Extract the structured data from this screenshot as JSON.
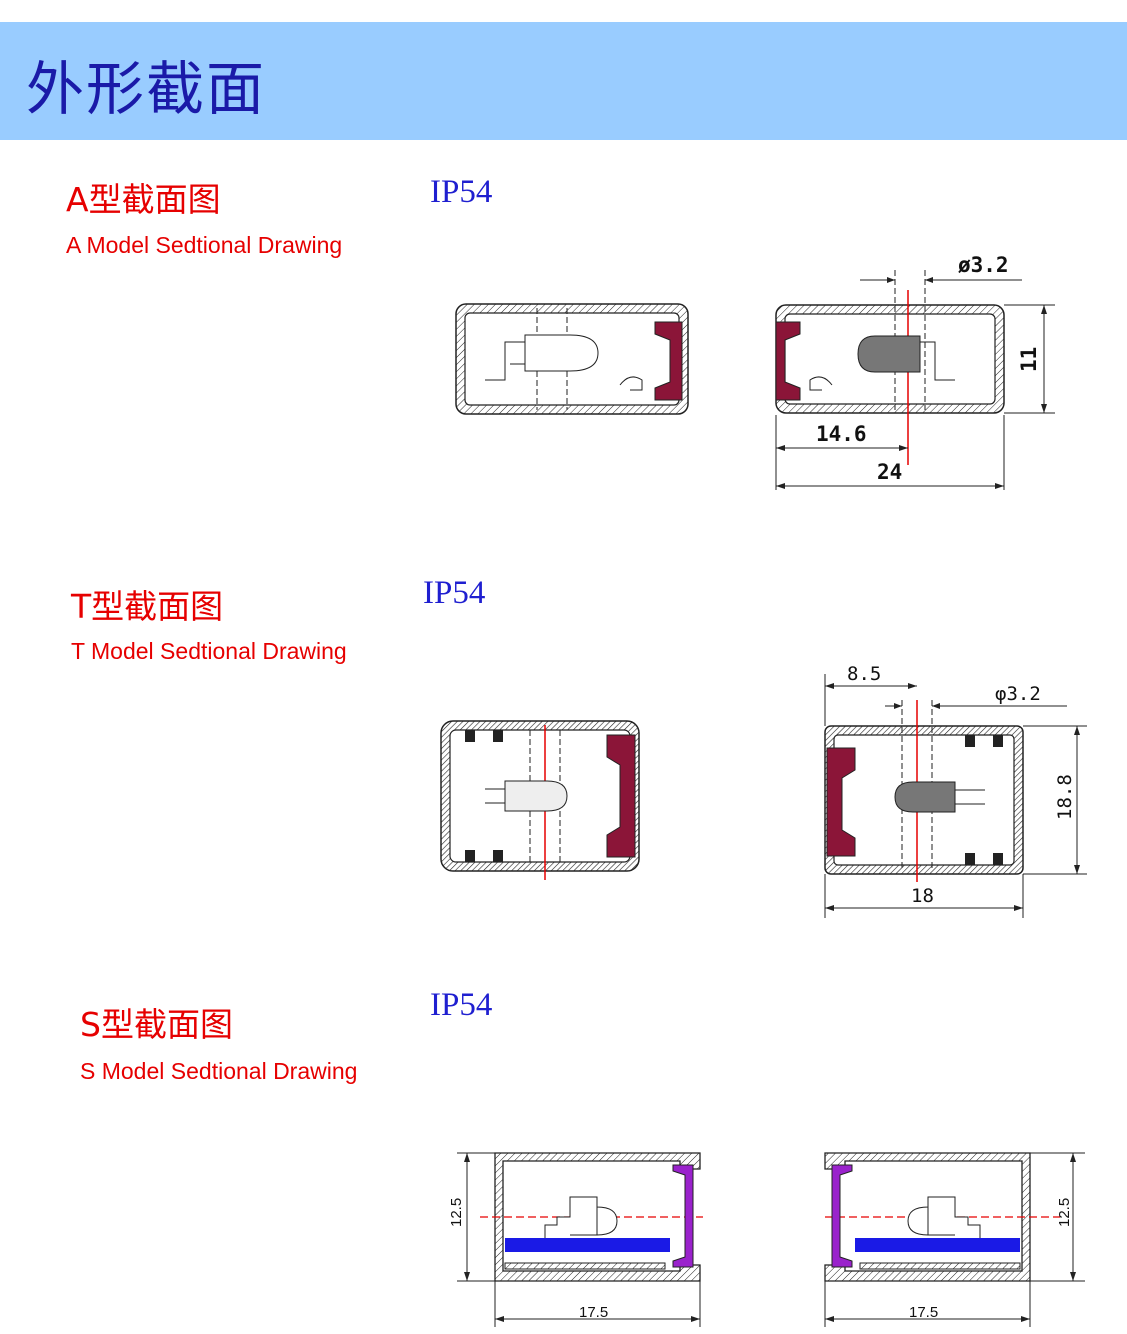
{
  "header": {
    "title": "外形截面"
  },
  "sections": [
    {
      "title": "A型截面图",
      "subtitle": "A Model Sedtional Drawing",
      "rating": "IP54",
      "dims": {
        "diameter": "ø3.2",
        "height": "11",
        "offset": "14.6",
        "width": "24"
      }
    },
    {
      "title": "T型截面图",
      "subtitle": "T Model Sedtional Drawing",
      "rating": "IP54",
      "dims": {
        "offset": "8.5",
        "diameter": "φ3.2",
        "height": "18.8",
        "width": "18"
      }
    },
    {
      "title": "S型截面图",
      "subtitle": "S Model Sedtional Drawing",
      "rating": "IP54",
      "dims": {
        "height_left": "12.5",
        "width_left": "17.5",
        "height_right": "12.5",
        "width_right": "17.5"
      }
    }
  ],
  "colors": {
    "banner": "#99ccff",
    "title": "#1a1aa8",
    "section_text": "#e60000",
    "rating": "#1f1fd0",
    "gasket_a": "#8b1538",
    "cover_s": "#9a22cc",
    "pcb_s": "#1a1ae6",
    "axis": "#e60000"
  }
}
